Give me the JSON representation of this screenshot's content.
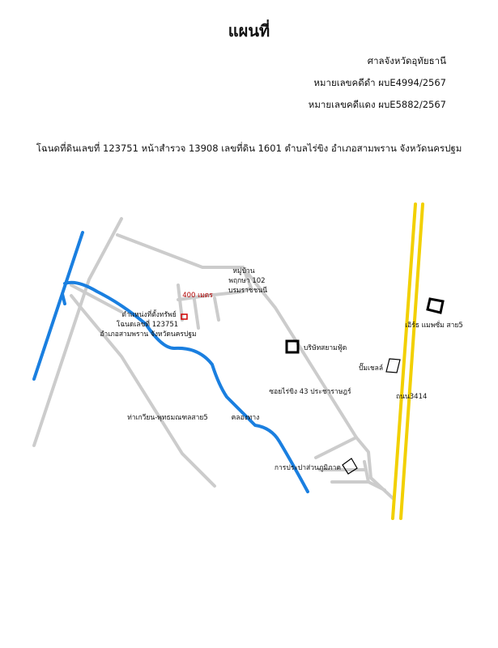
{
  "header": {
    "title": "แผนที่",
    "court": "ศาลจังหวัดอุทัยธานี",
    "black_case": "หมายเลขคดีดำ ผบE4994/2567",
    "red_case": "หมายเลขคดีแดง ผบE5882/2567"
  },
  "deed_line": "โฉนดที่ดินเลขที่ 123751 หน้าสำรวจ 13908 เลขที่ดิน 1601 ตำบลไร่ขิง อำเภอสามพราน จังหวัดนครปฐม",
  "map": {
    "labels": {
      "village_1": "หมู่บ้าน",
      "village_2": "พฤกษา 102",
      "village_3": "บรมราชชนนี",
      "distance": "400 เมตร",
      "property_1": "ตำแหน่งที่ตั้งทรัพย์",
      "property_2": "โฉนดเลขที่ 123751",
      "property_3": "อำเภอสามพราน จังหวัดนครปฐม",
      "company": "บริษัทสยามฟู้ด",
      "gas_station": "ปั๊มเชลล์",
      "soi": "ซอยไร่ขิง 43 ประชาราษฎร์",
      "road": "ถนน3414",
      "pier": "ท่าเกวียน-พุทธมณฑลสาย5",
      "canal": "คลองทาง",
      "waterworks": "การประปาส่วนภูมิภาค",
      "market": "เอิร์ธ แมพซั่ม สาย5"
    },
    "colors": {
      "road": "#cccccc",
      "canal": "#1a7fe0",
      "highway": "#f2d000",
      "marker": "#d00000"
    }
  }
}
